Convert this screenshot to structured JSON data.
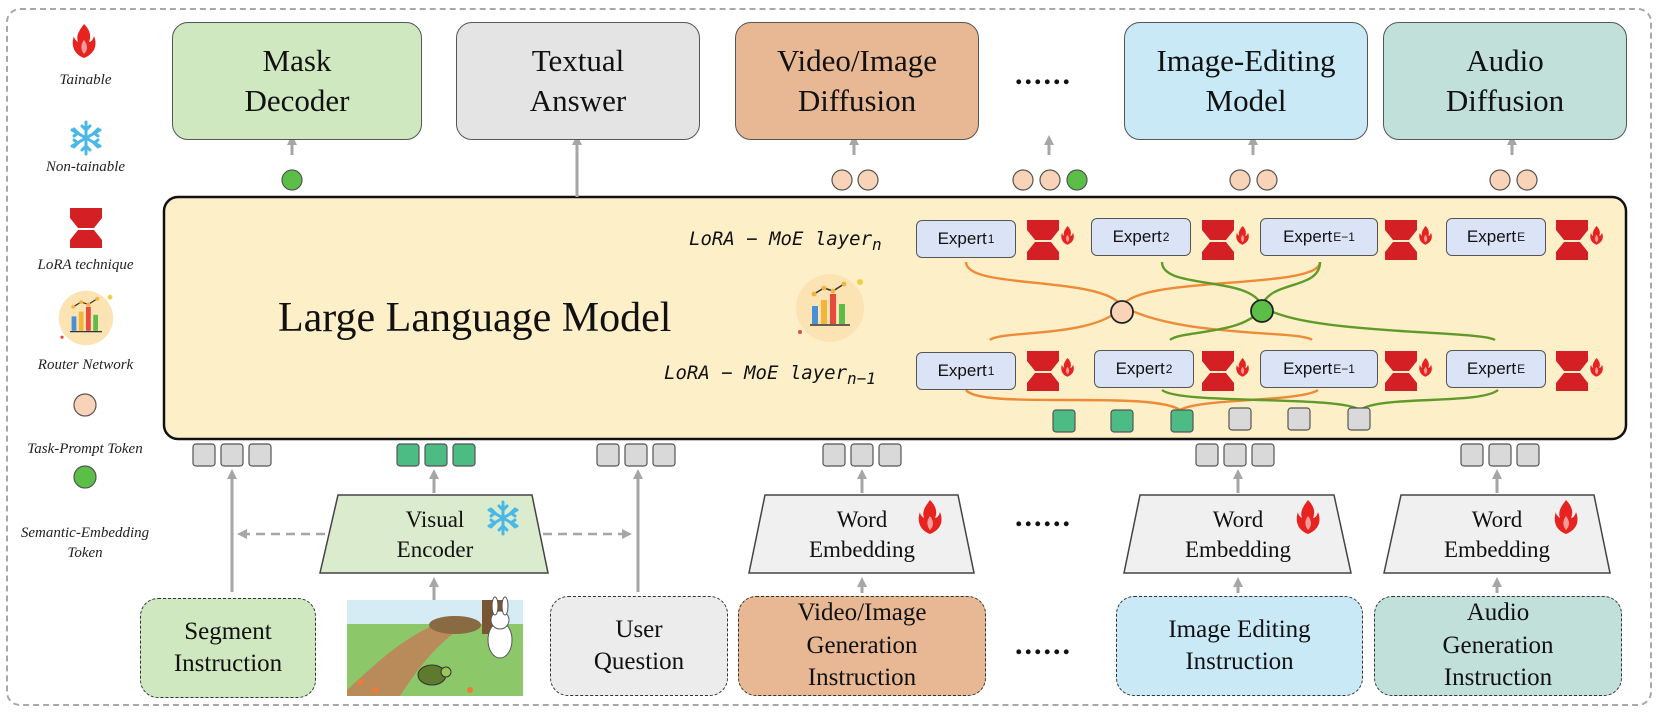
{
  "legend": {
    "trainable": "Tainable",
    "non_trainable": "Non-tainable",
    "lora": "LoRA technique",
    "router": "Router Network",
    "task_prompt": "Task-Prompt Token",
    "semantic_embedding": "Semantic-Embedding\nToken"
  },
  "outputs": {
    "mask_decoder": "Mask\nDecoder",
    "textual_answer": "Textual\nAnswer",
    "video_image_diffusion": "Video/Image\nDiffusion",
    "ellipsis": "......",
    "image_editing_model": "Image-Editing\nModel",
    "audio_diffusion": "Audio\nDiffusion"
  },
  "llm": {
    "title": "Large Language Model",
    "layer_n": "LoRA − MoE layer",
    "layer_n_sub": "n",
    "layer_n1": "LoRA − MoE layer",
    "layer_n1_sub": "n−1",
    "expert_label": "Expert",
    "expert_subs": [
      "1",
      "2",
      "E−1",
      "E"
    ]
  },
  "encoders": {
    "visual": "Visual\nEncoder",
    "word1": "Word\nEmbedding",
    "ellipsis": "......",
    "word2": "Word\nEmbedding",
    "word3": "Word\nEmbedding"
  },
  "inputs": {
    "segment": "Segment\nInstruction",
    "user_question": "User\nQuestion",
    "video_image_gen": "Video/Image\nGeneration\nInstruction",
    "ellipsis": "......",
    "image_editing": "Image Editing\nInstruction",
    "audio_gen": "Audio\nGeneration\nInstruction"
  },
  "colors": {
    "trainable_fire": "#e8231f",
    "snowflake": "#49b8e6",
    "lora_red": "#d41f24",
    "task_token": "#f9d3b8",
    "semantic_token": "#5bbf47",
    "green_square": "#4cbb84",
    "grey_square": "#d9d9d9",
    "llm_fill": "#fdf0c9",
    "orange_line": "#ef8a36",
    "green_line": "#5f9a2a"
  }
}
